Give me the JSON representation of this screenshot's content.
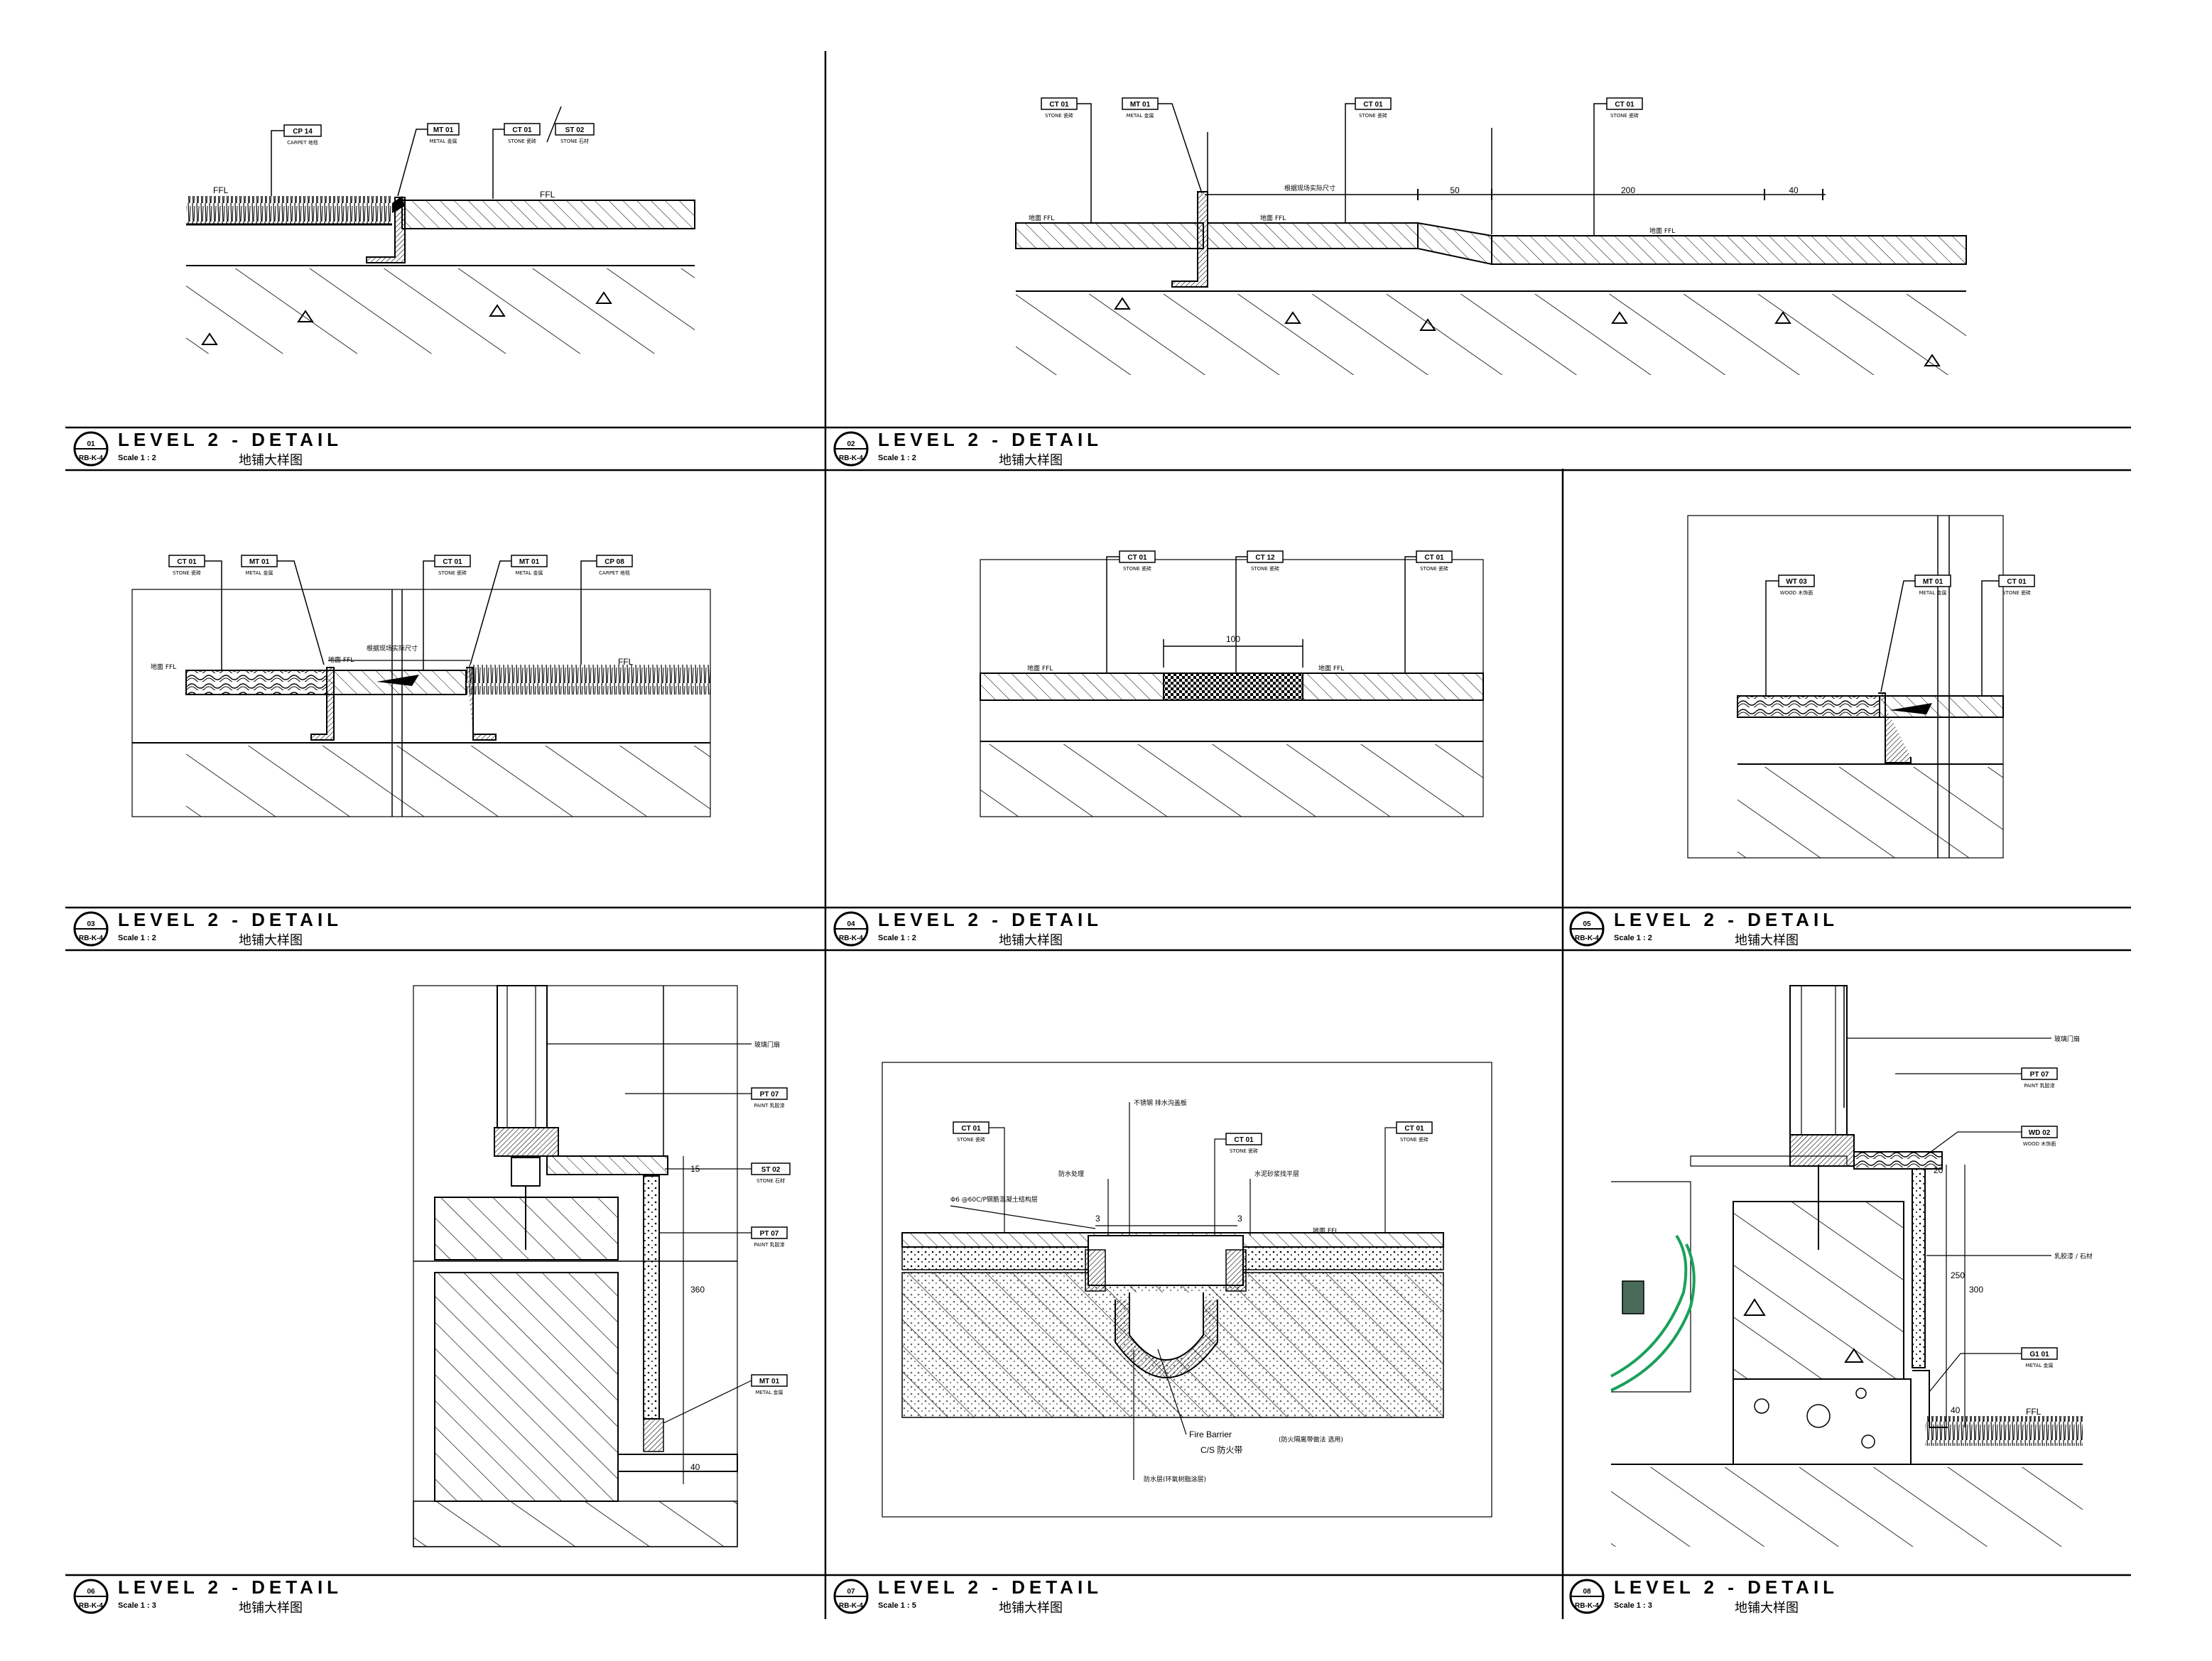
{
  "panels": [
    {
      "num": "01",
      "ref": "RB-K-4",
      "title": "LEVEL 2 - DETAIL",
      "scale": "Scale 1 : 2",
      "subtitle": "地铺大样图"
    },
    {
      "num": "02",
      "ref": "RB-K-4",
      "title": "LEVEL 2 - DETAIL",
      "scale": "Scale 1 : 2",
      "subtitle": "地铺大样图"
    },
    {
      "num": "03",
      "ref": "RB-K-4",
      "title": "LEVEL 2 - DETAIL",
      "scale": "Scale 1 : 2",
      "subtitle": "地铺大样图"
    },
    {
      "num": "04",
      "ref": "RB-K-4",
      "title": "LEVEL 2 - DETAIL",
      "scale": "Scale 1 : 2",
      "subtitle": "地铺大样图"
    },
    {
      "num": "05",
      "ref": "RB-K-4",
      "title": "LEVEL 2 - DETAIL",
      "scale": "Scale 1 : 2",
      "subtitle": "地铺大样图"
    },
    {
      "num": "06",
      "ref": "RB-K-4",
      "title": "LEVEL 2 - DETAIL",
      "scale": "Scale 1 : 3",
      "subtitle": "地铺大样图"
    },
    {
      "num": "07",
      "ref": "RB-K-4",
      "title": "LEVEL 2 - DETAIL",
      "scale": "Scale 1 : 5",
      "subtitle": "地铺大样图"
    },
    {
      "num": "08",
      "ref": "RB-K-4",
      "title": "LEVEL 2 - DETAIL",
      "scale": "Scale 1 : 3",
      "subtitle": "地铺大样图"
    }
  ],
  "tags": {
    "cp14": "CP 14",
    "mt01": "MT 01",
    "ct01": "CT 01",
    "st02": "ST 02",
    "cp08": "CP 08",
    "ct12": "CT 12",
    "wt03": "WT 03",
    "pt07": "PT 07",
    "wd02": "WD 02",
    "g01": "G1 01"
  },
  "tag_notes": {
    "carpet": "CARPET 地毯",
    "metal": "METAL 金属",
    "stone": "STONE 瓷砖",
    "stone_st": "STONE 石材",
    "paint": "PAINT 乳胶漆",
    "wood": "WOOD 木饰面"
  },
  "levels": {
    "ffl": "FFL",
    "ffl2": "地面 FFL"
  },
  "dims": {
    "d50": "50",
    "d200": "200",
    "d40": "40",
    "d100": "100",
    "d3a": "3",
    "d3b": "3",
    "d15": "15",
    "d20": "20",
    "d360": "360",
    "d250": "250",
    "d300": "300"
  },
  "notes": {
    "site_measure": "根据现场实际尺寸",
    "glass_door": "玻璃门扇",
    "drain_note_a": "不锈钢 排水沟盖板",
    "drain_note_b": "防水处理",
    "drain_note_c": "水泥砂浆找平层",
    "drain_rebar": "Φ6 @60C/P钢筋混凝土结构层",
    "fire_barrier": "Fire Barrier",
    "fire_barrier_cs": "C/S 防火带",
    "fire_note": "(防火隔离带做法 选用)",
    "waterproof": "防水层(环氧树脂涂层)",
    "wall_finish": "乳胶漆 / 石材"
  }
}
